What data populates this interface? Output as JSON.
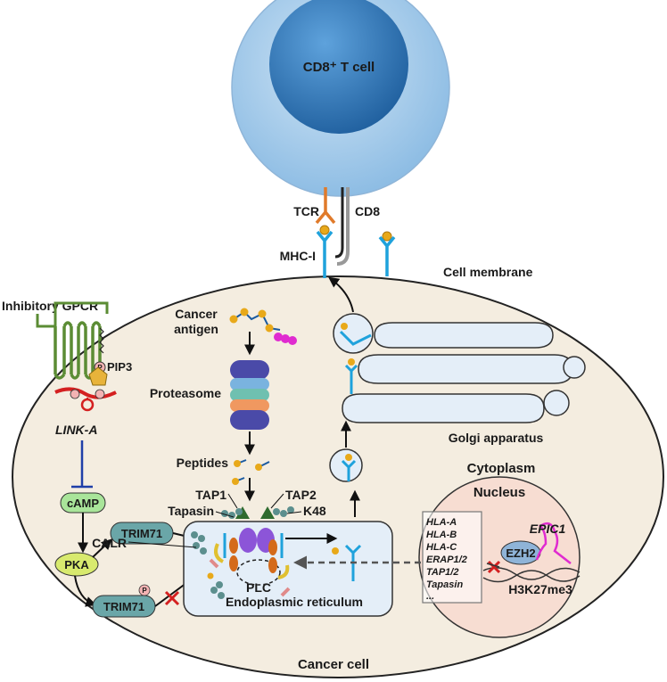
{
  "t_cell": {
    "label": "CD8⁺ T cell"
  },
  "receptors": {
    "tcr": "TCR",
    "cd8": "CD8",
    "mhc": "MHC-I"
  },
  "membrane": {
    "label": "Cell membrane"
  },
  "cancer_cell": {
    "label": "Cancer cell"
  },
  "pathway": {
    "cancer_antigen_line1": "Cancer",
    "cancer_antigen_line2": "antigen",
    "proteasome": "Proteasome",
    "peptides": "Peptides",
    "tap1": "TAP1",
    "tap2": "TAP2",
    "tapasin": "Tapasin",
    "k48": "K48",
    "calr": "CALR",
    "plc": "PLC",
    "er": "Endoplasmic reticulum",
    "golgi": "Golgi apparatus",
    "cytoplasm": "Cytoplasm"
  },
  "signaling": {
    "gpcr": "Inhibitory GPCR",
    "pip3": "PIP3",
    "p": "P",
    "link_a": "LINK-A",
    "camp": "cAMP",
    "pka": "PKA",
    "trim71": "TRIM71",
    "trim71_p": "TRIM71"
  },
  "nucleus": {
    "label": "Nucleus",
    "genes": [
      "HLA-A",
      "HLA-B",
      "HLA-C",
      "ERAP1/2",
      "TAP1/2",
      "Tapasin",
      "..."
    ],
    "ezh2": "EZH2",
    "epic1": "EPIC1",
    "h3k27": "H3K27me3"
  },
  "colors": {
    "t_cell_outer": "#a9cdea",
    "t_cell_inner": "#2f78b8",
    "cell_fill": "#f4ede0",
    "mhc": "#1fa2dc",
    "peptide": "#e8a91a",
    "gpcr": "#5b8c34",
    "linka": "#d42020",
    "pill_green": "#a9e59a",
    "trim": "#6aa6a8",
    "tap": "#8c55d8",
    "er_fill": "#e4eef8"
  }
}
